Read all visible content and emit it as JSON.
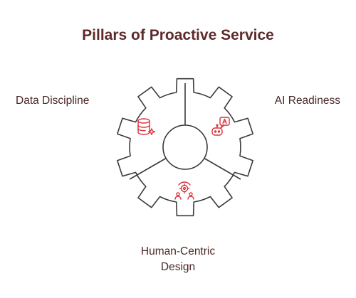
{
  "title": "Pillars of Proactive Service",
  "pillars": {
    "left": {
      "label": "Data Discipline",
      "icon": "database-sparkle-icon"
    },
    "right": {
      "label": "AI Readiness",
      "icon": "ai-robot-icon"
    },
    "bottom": {
      "label_line1": "Human-Centric",
      "label_line2": "Design",
      "icon": "people-network-icon"
    }
  },
  "colors": {
    "title": "#5e2a2a",
    "text": "#4a2626",
    "outline": "#3a3a3a",
    "icon": "#d9323b"
  }
}
